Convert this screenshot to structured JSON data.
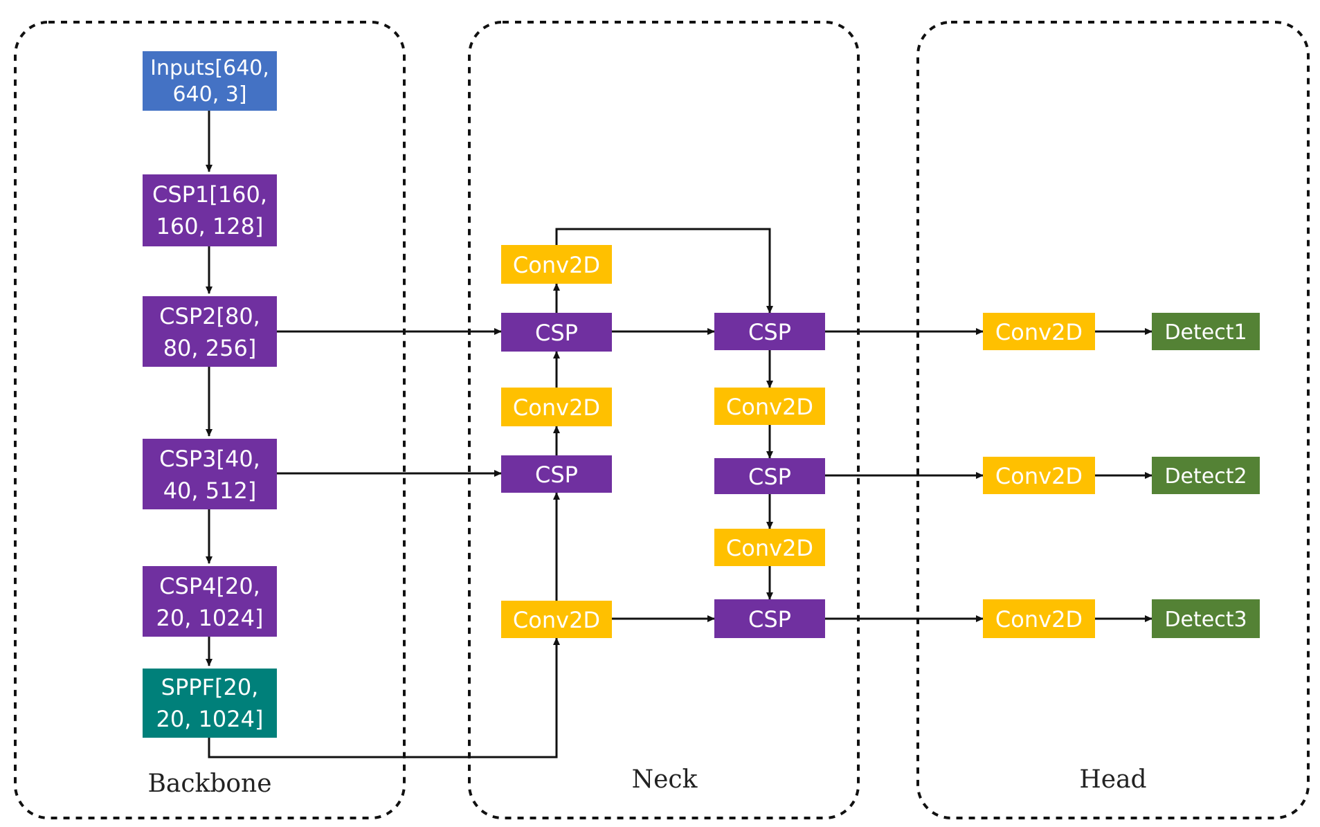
{
  "sections": {
    "backbone": "Backbone",
    "neck": "Neck",
    "head": "Head"
  },
  "colors": {
    "input": "#4472C4",
    "csp": "#7030A0",
    "sppf": "#00807A",
    "conv": "#FFC000",
    "detect": "#548235"
  },
  "nodes": {
    "inputs": [
      "Inputs[640,",
      "640, 3]"
    ],
    "csp1": [
      "CSP1[160,",
      "160, 128]"
    ],
    "csp2": [
      "CSP2[80,",
      "80, 256]"
    ],
    "csp3": [
      "CSP3[40,",
      "40, 512]"
    ],
    "csp4": [
      "CSP4[20,",
      "20, 1024]"
    ],
    "sppf": [
      "SPPF[20,",
      "20, 1024]"
    ],
    "neck_conv_top": "Conv2D",
    "neck_csp_a": "CSP",
    "neck_conv_mid": "Conv2D",
    "neck_csp_b": "CSP",
    "neck_conv_bottom": "Conv2D",
    "neck_csp_c": "CSP",
    "neck_conv_c": "Conv2D",
    "neck_csp_d": "CSP",
    "neck_conv_d": "Conv2D",
    "neck_csp_e": "CSP",
    "head_conv1": "Conv2D",
    "head_conv2": "Conv2D",
    "head_conv3": "Conv2D",
    "detect1": "Detect1",
    "detect2": "Detect2",
    "detect3": "Detect3"
  }
}
